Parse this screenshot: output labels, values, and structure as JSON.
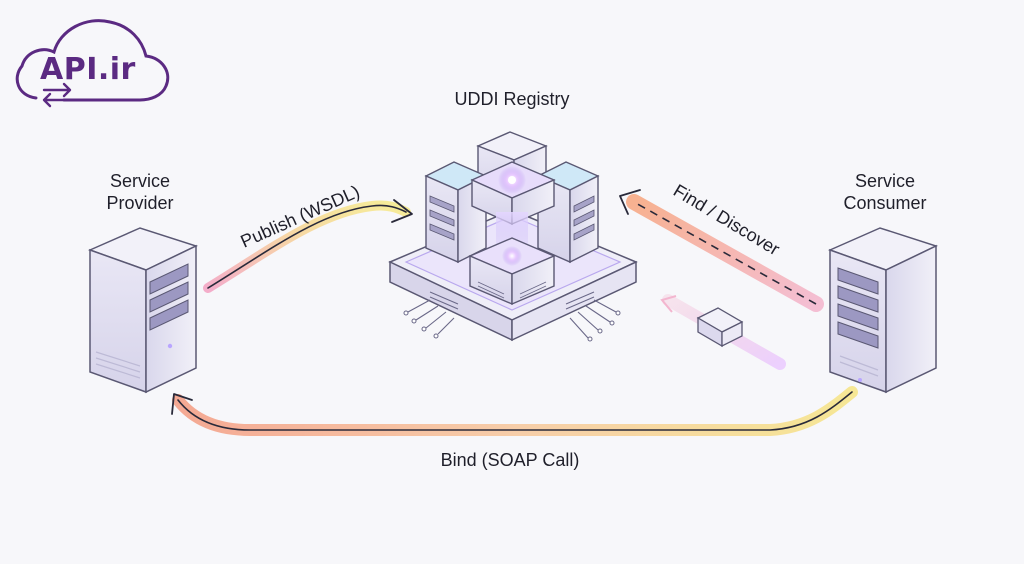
{
  "logo": {
    "text": "API.ir",
    "color": "#5b2a82"
  },
  "registry": {
    "title": "UDDI Registry"
  },
  "provider": {
    "line1": "Service",
    "line2": "Provider"
  },
  "consumer": {
    "line1": "Service",
    "line2": "Consumer"
  },
  "arrows": {
    "publish": "Publish (WSDL)",
    "find": "Find / Discover",
    "bind": "Bind (SOAP Call)"
  },
  "colors": {
    "accent_purple": "#8f7de0",
    "warm_orange": "#f4a27a",
    "warm_yellow": "#f6e08a",
    "pink": "#f3b6cf"
  }
}
